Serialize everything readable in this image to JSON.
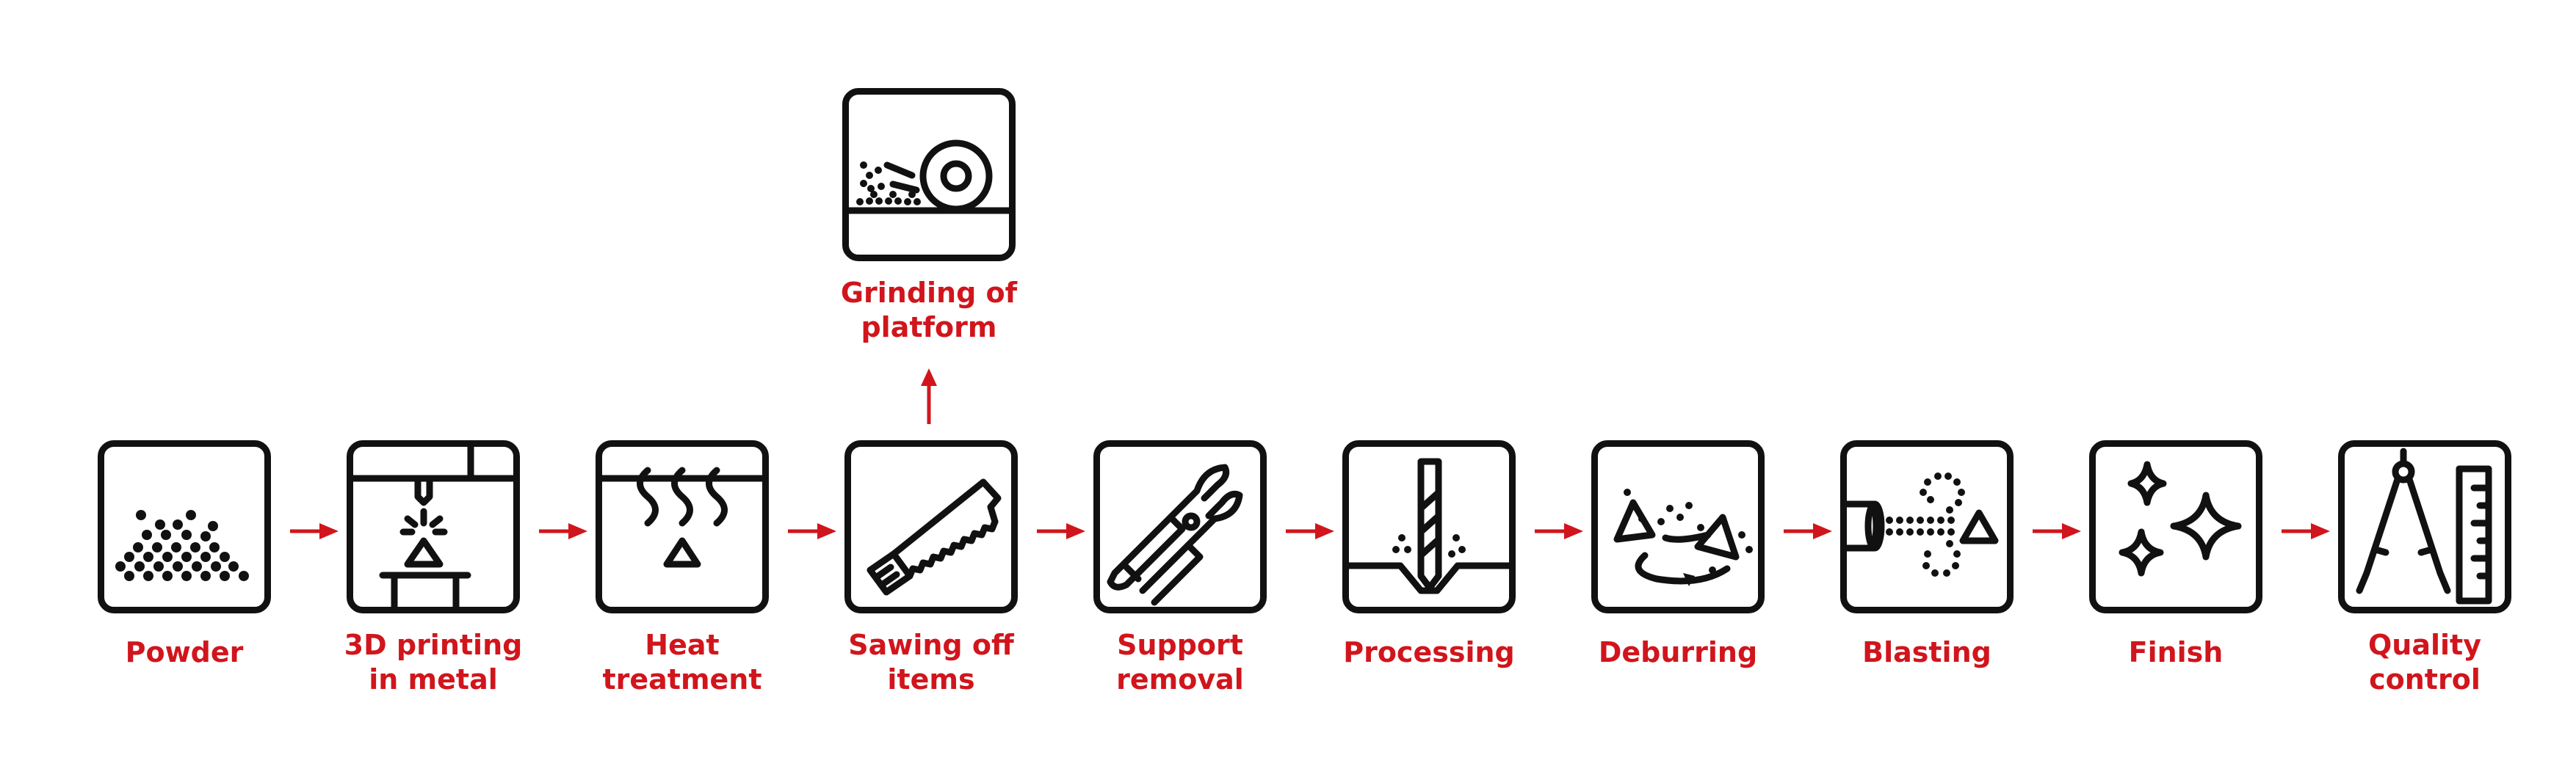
{
  "colors": {
    "accent": "#d1151c",
    "stroke": "#111111",
    "background": "#ffffff"
  },
  "steps": [
    {
      "icon": "powder-pile-icon",
      "label_lines": [
        "Powder"
      ]
    },
    {
      "icon": "3d-printer-icon",
      "label_lines": [
        "3D printing",
        "in metal"
      ]
    },
    {
      "icon": "heat-waves-icon",
      "label_lines": [
        "Heat",
        "treatment"
      ]
    },
    {
      "icon": "hacksaw-icon",
      "label_lines": [
        "Sawing off",
        "items"
      ]
    },
    {
      "icon": "pliers-icon",
      "label_lines": [
        "Support",
        "removal"
      ]
    },
    {
      "icon": "drill-bit-icon",
      "label_lines": [
        "Processing"
      ]
    },
    {
      "icon": "tumbling-triangles-icon",
      "label_lines": [
        "Deburring"
      ]
    },
    {
      "icon": "blasting-nozzle-icon",
      "label_lines": [
        "Blasting"
      ]
    },
    {
      "icon": "sparkles-icon",
      "label_lines": [
        "Finish"
      ]
    },
    {
      "icon": "compass-ruler-icon",
      "label_lines": [
        "Quality",
        "control"
      ]
    }
  ],
  "branch": {
    "icon": "grinding-wheel-icon",
    "label_lines": [
      "Grinding of",
      "platform"
    ]
  }
}
